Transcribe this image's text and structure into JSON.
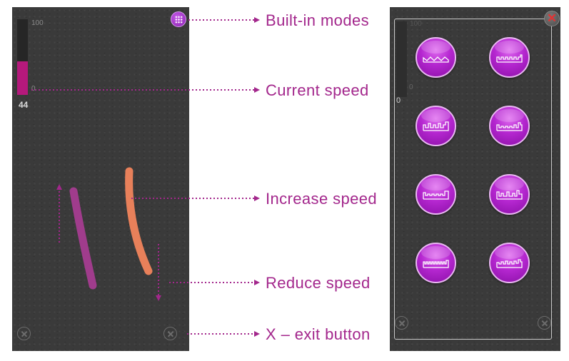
{
  "left_screen": {
    "meter": {
      "max_label": "100",
      "min_label": "0",
      "value_label": "44",
      "fill_percent": 44
    },
    "stroke_colors": {
      "swipe_up": "#a03c8c",
      "swipe_down": "#e8805a"
    }
  },
  "right_screen": {
    "ghost_meter": {
      "max_label": "100",
      "min_label": "0",
      "value_label": "0"
    },
    "close_glyph": "✕",
    "mode_count": 8
  },
  "annotations": {
    "built_in_modes": "Built-in modes",
    "current_speed": "Current speed",
    "increase_speed": "Increase speed",
    "reduce_speed": "Reduce speed",
    "exit_button": "X – exit button"
  },
  "colors": {
    "accent": "#a3278c",
    "meter_fill": "#b5197c",
    "mode_button": "#b527d0",
    "screen_bg": "#3a3a3a"
  }
}
